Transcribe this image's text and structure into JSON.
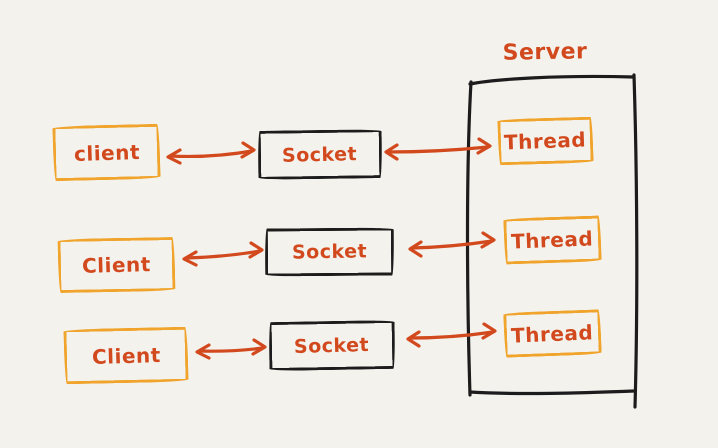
{
  "diagram": {
    "title": "client-server threading diagram",
    "colors": {
      "background": "#F4F2ED",
      "ink_black": "#1C1C1C",
      "text_orange_red": "#D2491E",
      "box_border_yellow": "#F0A42C"
    },
    "server": {
      "label": "Server"
    },
    "rows": [
      {
        "client_label": "client",
        "socket_label": "Socket",
        "thread_label": "Thread"
      },
      {
        "client_label": "Client",
        "socket_label": "Socket",
        "thread_label": "Thread"
      },
      {
        "client_label": "Client",
        "socket_label": "Socket",
        "thread_label": "Thread"
      }
    ],
    "connections": [
      "client-1 <-> socket-1",
      "socket-1 <-> thread-1",
      "client-2 <-> socket-2",
      "socket-2 <-> thread-2",
      "client-3 <-> socket-3",
      "socket-3 <-> thread-3"
    ]
  }
}
